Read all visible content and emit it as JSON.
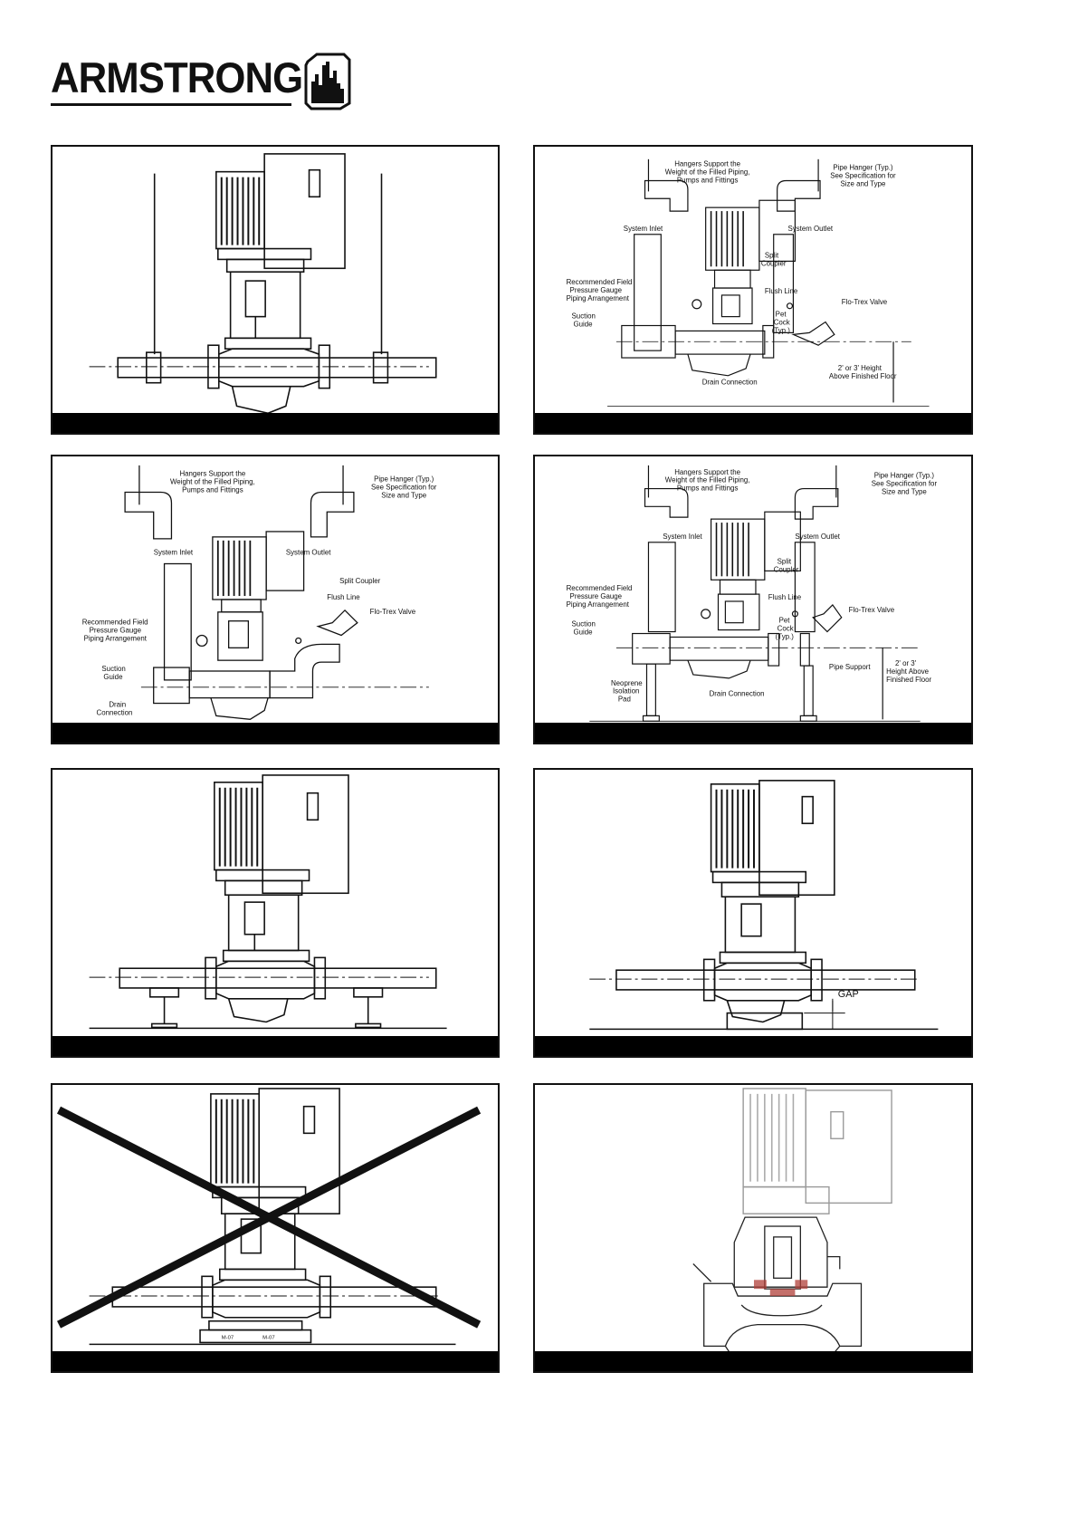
{
  "brand": {
    "name": "ARMSTRONG",
    "logo_icon": "building-skyline-icon"
  },
  "panels": {
    "p2": {
      "hangers_1": "Hangers Support the",
      "hangers_2": "Weight of the Filled Piping,",
      "hangers_3": "Pumps and Fittings",
      "pipe_hanger_1": "Pipe Hanger (Typ.)",
      "pipe_hanger_2": "See Specification for",
      "pipe_hanger_3": "Size and Type",
      "system_inlet": "System Inlet",
      "system_outlet": "System Outlet",
      "split_1": "Split",
      "split_2": "Coupler",
      "rec_1": "Recommended Field",
      "rec_2": "Pressure Gauge",
      "rec_3": "Piping Arrangement",
      "flush_line": "Flush Line",
      "suction_1": "Suction",
      "suction_2": "Guide",
      "pet_1": "Pet",
      "pet_2": "Cock",
      "pet_3": "(Typ.)",
      "flotrex": "Flo-Trex Valve",
      "height_1": "2' or 3' Height",
      "height_2": "Above Finished Floor",
      "drain": "Drain Connection"
    },
    "p3": {
      "hangers_1": "Hangers Support the",
      "hangers_2": "Weight of the Filled Piping,",
      "hangers_3": "Pumps and Fittings",
      "pipe_hanger_1": "Pipe Hanger (Typ.)",
      "pipe_hanger_2": "See Specification for",
      "pipe_hanger_3": "Size and Type",
      "system_inlet": "System Inlet",
      "system_outlet": "System Outlet",
      "split_coupler": "Split Coupler",
      "flush_line": "Flush Line",
      "flotrex": "Flo-Trex Valve",
      "rec_1": "Recommended Field",
      "rec_2": "Pressure Gauge",
      "rec_3": "Piping Arrangement",
      "suction_1": "Suction",
      "suction_2": "Guide",
      "drain_1": "Drain",
      "drain_2": "Connection"
    },
    "p4": {
      "hangers_1": "Hangers Support the",
      "hangers_2": "Weight of the Filled Piping,",
      "hangers_3": "Pumps and Fittings",
      "pipe_hanger_1": "Pipe Hanger (Typ.)",
      "pipe_hanger_2": "See Specification for",
      "pipe_hanger_3": "Size and Type",
      "system_inlet": "System Inlet",
      "system_outlet": "System Outlet",
      "split_1": "Split",
      "split_2": "Coupler",
      "rec_1": "Recommended Field",
      "rec_2": "Pressure Gauge",
      "rec_3": "Piping Arrangement",
      "flush_line": "Flush Line",
      "pet_1": "Pet",
      "pet_2": "Cock",
      "pet_3": "(Typ.)",
      "flotrex": "Flo-Trex Valve",
      "suction_1": "Suction",
      "suction_2": "Guide",
      "pipe_support": "Pipe Support",
      "height_1": "2' or 3'",
      "height_2": "Height Above",
      "height_3": "Finished Floor",
      "neoprene_1": "Neoprene",
      "neoprene_2": "Isolation",
      "neoprene_3": "Pad",
      "drain": "Drain Connection"
    },
    "p6": {
      "gap": "GAP"
    },
    "p7": {
      "foot_1": "M-07",
      "foot_2": "M-07"
    }
  }
}
